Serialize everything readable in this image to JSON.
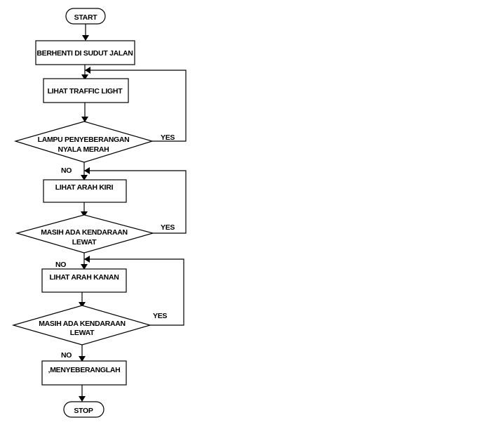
{
  "flowchart": {
    "start": "START",
    "stop": "STOP",
    "steps": {
      "stop_at_corner": "BERHENTI DI SUDUT JALAN",
      "look_traffic_light": "LIHAT TRAFFIC  LIGHT",
      "look_left": "LIHAT ARAH KIRI",
      "look_right": "LIHAT ARAH KANAN",
      "cross": ",MENYEBERANGLAH"
    },
    "decisions": {
      "light_red": [
        "LAMPU PENYEBERANGAN",
        "NYALA MERAH"
      ],
      "vehicles_left": [
        "MASIH  ADA KENDARAAN",
        "LEWAT"
      ],
      "vehicles_right": [
        "MASIH  ADA KENDARAAN",
        "LEWAT"
      ]
    },
    "labels": {
      "yes": "YES",
      "no": "NO"
    }
  }
}
